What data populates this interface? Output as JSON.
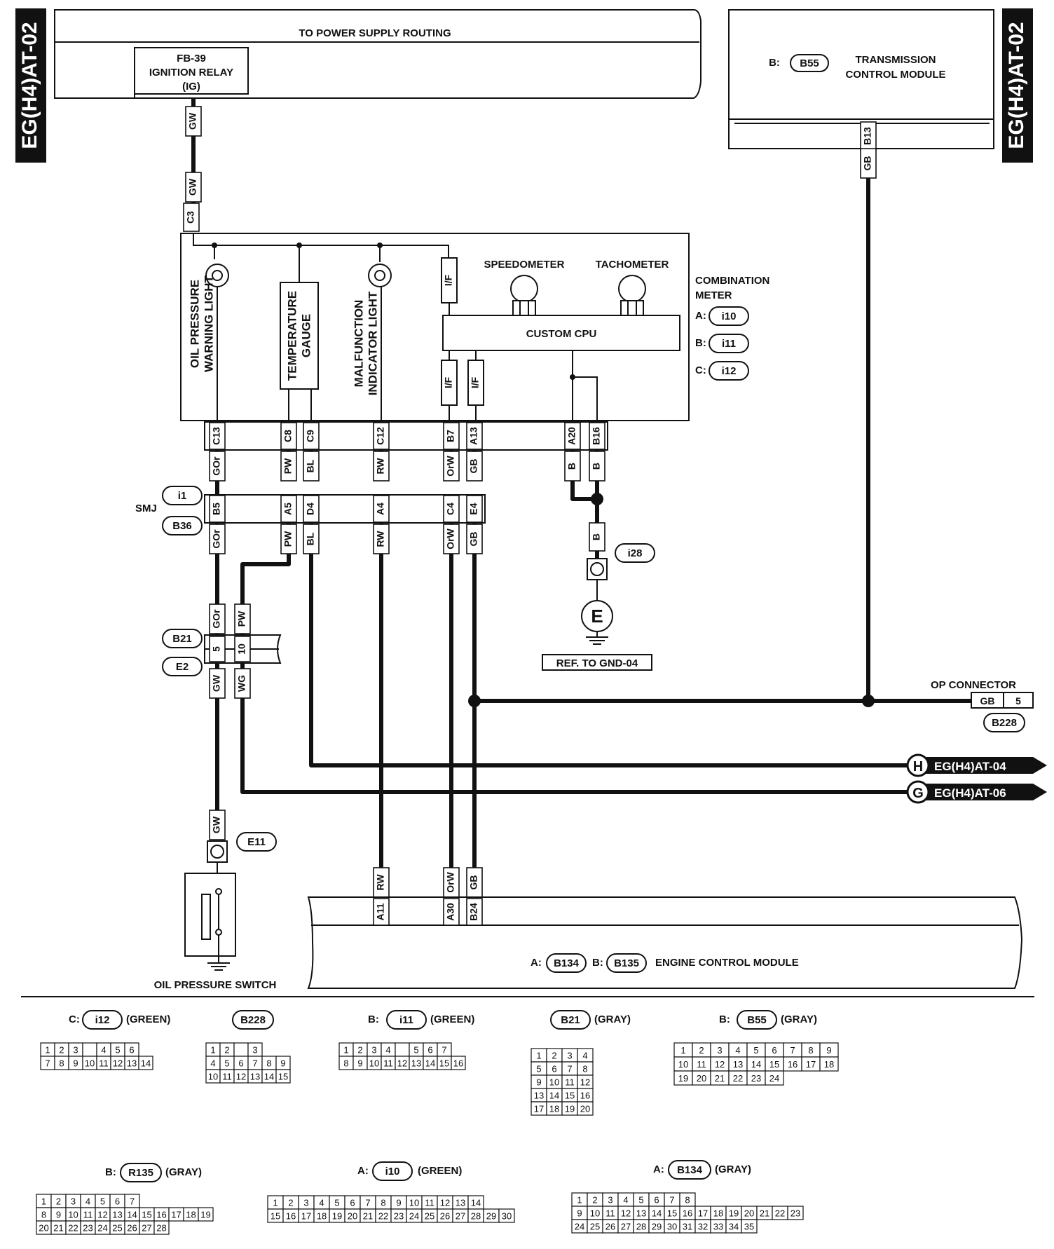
{
  "side_tags": {
    "left": "EG(H4)AT-02",
    "right": "EG(H4)AT-02"
  },
  "power": {
    "title": "TO POWER SUPPLY ROUTING",
    "relay_code": "FB-39",
    "relay_name": "IGNITION RELAY",
    "relay_sub": "(IG)"
  },
  "tcm": {
    "prefix": "B:",
    "code": "B55",
    "name1": "TRANSMISSION",
    "name2": "CONTROL MODULE",
    "pin": "B13"
  },
  "meter": {
    "title1": "COMBINATION",
    "title2": "METER",
    "connectors": [
      {
        "prefix": "A:",
        "code": "i10"
      },
      {
        "prefix": "B:",
        "code": "i11"
      },
      {
        "prefix": "C:",
        "code": "i12"
      }
    ],
    "speedometer": "SPEEDOMETER",
    "tachometer": "TACHOMETER",
    "cpu": "CUSTOM CPU",
    "if": "I/F",
    "oil1": "OIL PRESSURE",
    "oil2": "WARNING LIGHT",
    "temp1": "TEMPERATURE",
    "temp2": "GAUGE",
    "mil1": "MALFUNCTION",
    "mil2": "INDICATOR LIGHT",
    "input_pin": "C3",
    "pins": [
      "C13",
      "C8",
      "C9",
      "C12",
      "B7",
      "A13",
      "A20",
      "B16"
    ]
  },
  "wires": {
    "gw": "GW",
    "gor": "GOr",
    "pw": "PW",
    "bl": "BL",
    "rw": "RW",
    "orw": "OrW",
    "gb": "GB",
    "b": "B",
    "wg": "WG"
  },
  "smj": {
    "label": "SMJ",
    "code1": "i1",
    "code2": "B36",
    "pins": [
      "B5",
      "A5",
      "D4",
      "A4",
      "C4",
      "E4"
    ]
  },
  "junction": {
    "code1": "B21",
    "code2": "E2",
    "pins": [
      "5",
      "10"
    ]
  },
  "ground": {
    "code": "i28",
    "symbol": "E",
    "ref": "REF. TO GND-04"
  },
  "op_connector": {
    "label": "OP CONNECTOR",
    "wire": "GB",
    "pin": "5",
    "code": "B228"
  },
  "off_page": [
    {
      "letter": "H",
      "ref": "EG(H4)AT-04"
    },
    {
      "letter": "G",
      "ref": "EG(H4)AT-06"
    }
  ],
  "oil_switch": {
    "code": "E11",
    "label": "OIL PRESSURE SWITCH"
  },
  "ecm": {
    "a_prefix": "A:",
    "a_code": "B134",
    "b_prefix": "B:",
    "b_code": "B135",
    "name": "ENGINE CONTROL MODULE",
    "pins": [
      "A11",
      "A30",
      "B24"
    ]
  },
  "legend": {
    "i12": {
      "prefix": "C:",
      "code": "i12",
      "color": "(GREEN)",
      "rows": [
        [
          "1",
          "2",
          "3",
          "",
          "4",
          "5",
          "6"
        ],
        [
          "7",
          "8",
          "9",
          "10",
          "11",
          "12",
          "13",
          "14"
        ]
      ]
    },
    "b228": {
      "code": "B228",
      "rows": [
        [
          "1",
          "2",
          "",
          "3"
        ],
        [
          "4",
          "5",
          "6",
          "7",
          "8",
          "9"
        ],
        [
          "10",
          "11",
          "12",
          "13",
          "14",
          "15"
        ]
      ]
    },
    "i11": {
      "prefix": "B:",
      "code": "i11",
      "color": "(GREEN)",
      "rows": [
        [
          "1",
          "2",
          "3",
          "4",
          "",
          "5",
          "6",
          "7"
        ],
        [
          "8",
          "9",
          "10",
          "11",
          "12",
          "13",
          "14",
          "15",
          "16"
        ]
      ]
    },
    "b21": {
      "code": "B21",
      "color": "(GRAY)",
      "rows": [
        [
          "1",
          "2",
          "3",
          "4"
        ],
        [
          "5",
          "6",
          "7",
          "8"
        ],
        [
          "9",
          "10",
          "11",
          "12"
        ],
        [
          "13",
          "14",
          "15",
          "16"
        ],
        [
          "17",
          "18",
          "19",
          "20"
        ]
      ]
    },
    "b55": {
      "prefix": "B:",
      "code": "B55",
      "color": "(GRAY)",
      "rows": [
        [
          "1",
          "2",
          "3",
          "4",
          "5",
          "6",
          "7",
          "8",
          "9"
        ],
        [
          "10",
          "11",
          "12",
          "13",
          "14",
          "15",
          "16",
          "17",
          "18"
        ],
        [
          "19",
          "20",
          "21",
          "22",
          "23",
          "24"
        ]
      ]
    },
    "r135": {
      "prefix": "B:",
      "code": "R135",
      "color": "(GRAY)",
      "rows": [
        [
          "1",
          "2",
          "3",
          "4",
          "5",
          "6",
          "7"
        ],
        [
          "8",
          "9",
          "10",
          "11",
          "12",
          "13",
          "14",
          "15",
          "16",
          "17",
          "18",
          "19"
        ],
        [
          "20",
          "21",
          "22",
          "23",
          "24",
          "25",
          "26",
          "27",
          "28"
        ]
      ]
    },
    "i10": {
      "prefix": "A:",
      "code": "i10",
      "color": "(GREEN)",
      "rows": [
        [
          "1",
          "2",
          "3",
          "4",
          "5",
          "6",
          "7",
          "8",
          "9",
          "10",
          "11",
          "12",
          "13",
          "14"
        ],
        [
          "15",
          "16",
          "17",
          "18",
          "19",
          "20",
          "21",
          "22",
          "23",
          "24",
          "25",
          "26",
          "27",
          "28",
          "29",
          "30"
        ]
      ]
    },
    "b134": {
      "prefix": "A:",
      "code": "B134",
      "color": "(GRAY)",
      "rows": [
        [
          "1",
          "2",
          "3",
          "4",
          "5",
          "6",
          "7",
          "8"
        ],
        [
          "9",
          "10",
          "11",
          "12",
          "13",
          "14",
          "15",
          "16",
          "17",
          "18",
          "19",
          "20",
          "21",
          "22",
          "23"
        ],
        [
          "24",
          "25",
          "26",
          "27",
          "28",
          "29",
          "30",
          "31",
          "32",
          "33",
          "34",
          "35"
        ]
      ]
    }
  }
}
